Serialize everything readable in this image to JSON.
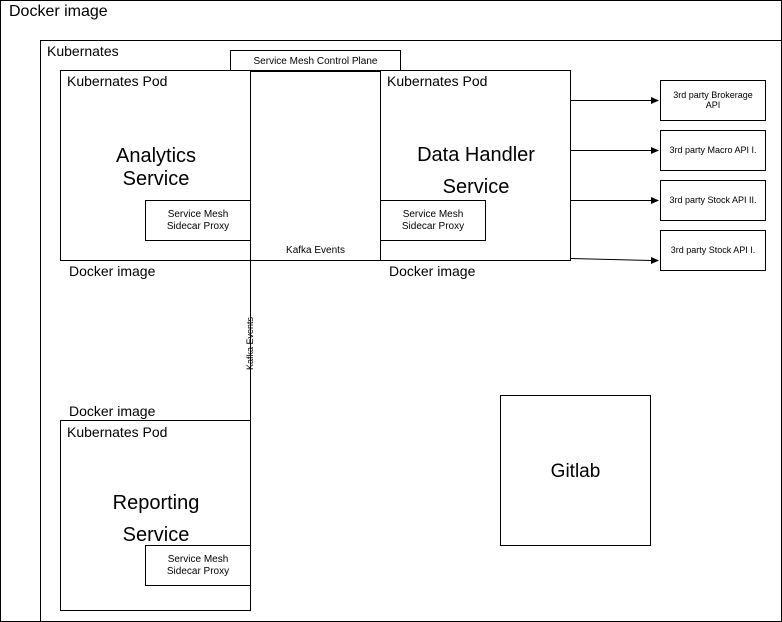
{
  "outer": {
    "label": "Docker image"
  },
  "kubernetes": {
    "label": "Kubernates"
  },
  "control_plane": {
    "label": "Service Mesh Control Plane"
  },
  "analytics_pod": {
    "pod_label": "Kubernates Pod",
    "service_line1": "Analytics",
    "service_line2": "Service",
    "sidecar_line1": "Service Mesh",
    "sidecar_line2": "Sidecar Proxy",
    "docker_label": "Docker image"
  },
  "data_handler_pod": {
    "pod_label": "Kubernates Pod",
    "service_line1": "Data Handler",
    "service_line2": "Service",
    "sidecar_line1": "Service Mesh",
    "sidecar_line2": "Sidecar Proxy",
    "docker_label": "Docker image"
  },
  "reporting_pod": {
    "pod_label": "Kubernates Pod",
    "service_line1": "Reporting",
    "service_line2": "Service",
    "sidecar_line1": "Service Mesh",
    "sidecar_line2": "Sidecar Proxy",
    "docker_label": "Docker image"
  },
  "kafka": {
    "horizontal_label": "Kafka Events",
    "vertical_label": "Kafka Events"
  },
  "apis": [
    {
      "line1": "3rd party Brokerage",
      "line2": "API"
    },
    {
      "line1": "3rd party Macro API I.",
      "line2": ""
    },
    {
      "line1": "3rd party Stock API II.",
      "line2": ""
    },
    {
      "line1": "3rd party Stock API I.",
      "line2": ""
    }
  ],
  "gitlab": {
    "label": "Gitlab"
  }
}
